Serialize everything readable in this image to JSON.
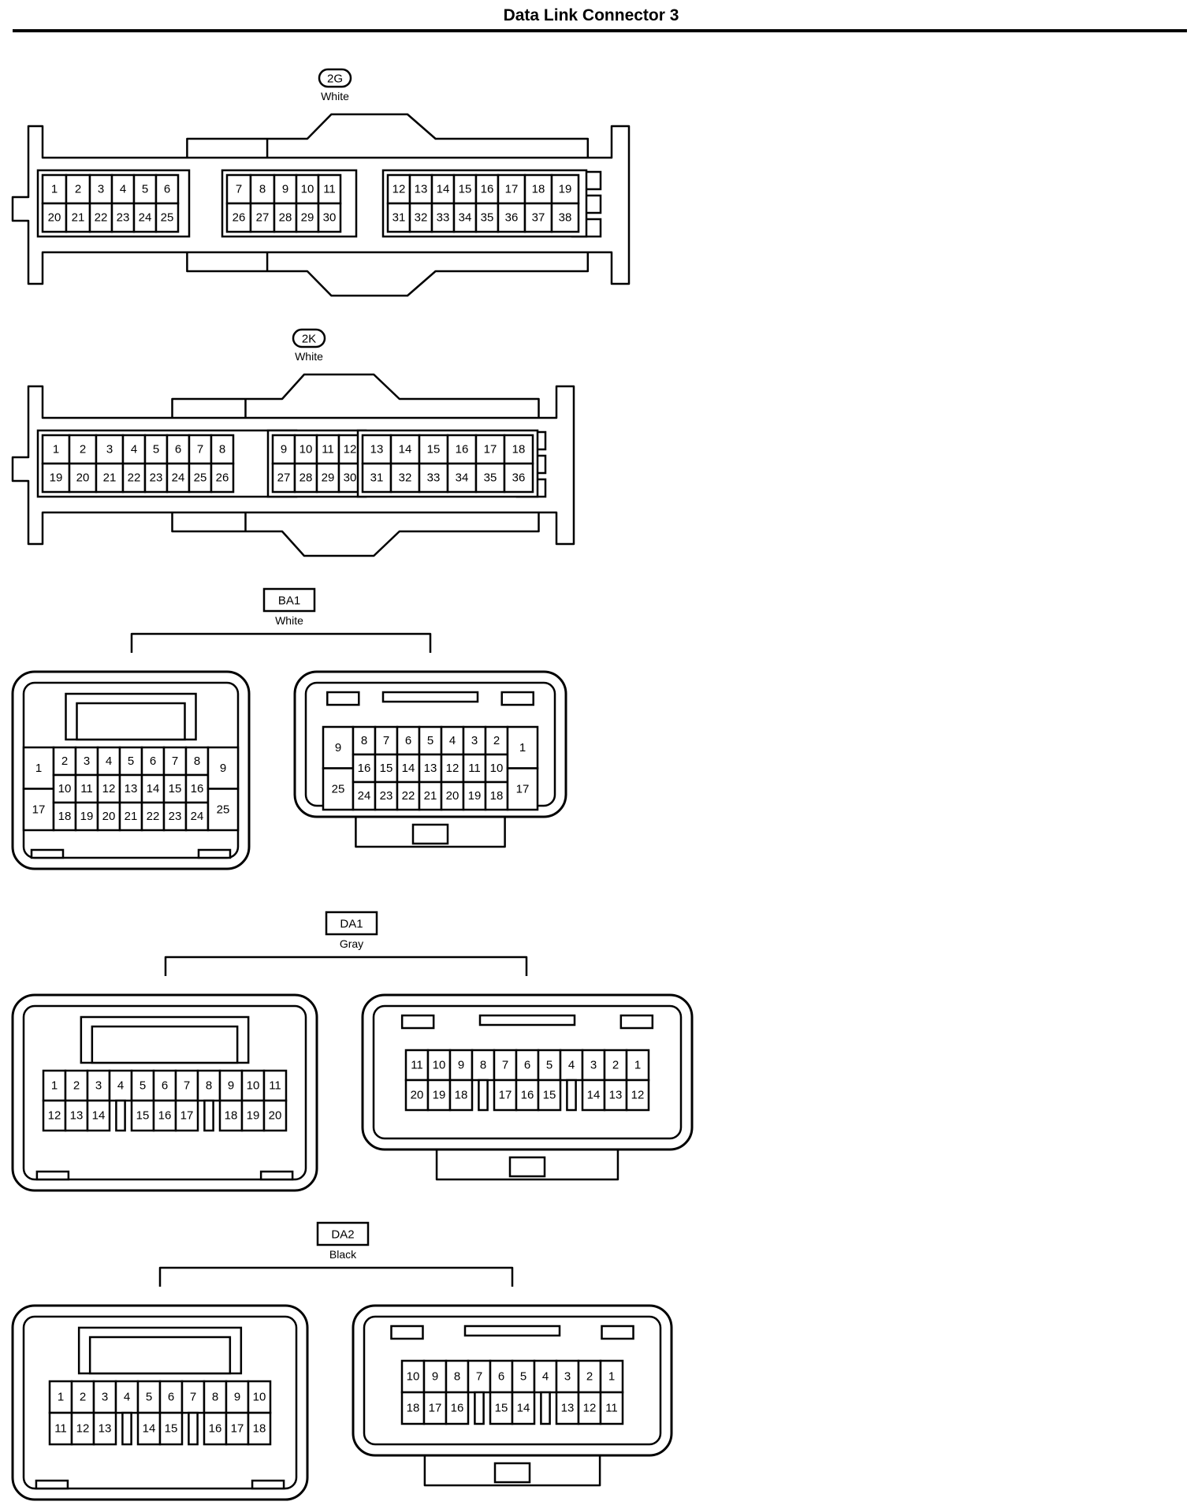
{
  "title": "Data Link Connector 3",
  "connectors": [
    {
      "code": "2G",
      "badge": "oval",
      "color": "White",
      "views": [
        {
          "style": "long",
          "pins": [
            [
              "1",
              "20"
            ],
            [
              "2",
              "21"
            ],
            [
              "3",
              "22"
            ],
            [
              "4",
              "23"
            ],
            [
              "5",
              "24"
            ],
            [
              "6",
              "25"
            ],
            [
              "7",
              "26"
            ],
            [
              "8",
              "27"
            ],
            [
              "9",
              "28"
            ],
            [
              "10",
              "29"
            ],
            [
              "11",
              "30"
            ],
            [
              "12",
              "31"
            ],
            [
              "13",
              "32"
            ],
            [
              "14",
              "33"
            ],
            [
              "15",
              "34"
            ],
            [
              "16",
              "35"
            ],
            [
              "17",
              "36"
            ],
            [
              "18",
              "37"
            ],
            [
              "19",
              "38"
            ]
          ]
        }
      ]
    },
    {
      "code": "2K",
      "badge": "oval",
      "color": "White",
      "views": [
        {
          "style": "long",
          "pins": [
            [
              "1",
              "19"
            ],
            [
              "2",
              "20"
            ],
            [
              "3",
              "21"
            ],
            [
              "4",
              "22"
            ],
            [
              "5",
              "23"
            ],
            [
              "6",
              "24"
            ],
            [
              "7",
              "25"
            ],
            [
              "8",
              "26"
            ],
            [
              "9",
              "27"
            ],
            [
              "10",
              "28"
            ],
            [
              "11",
              "29"
            ],
            [
              "12",
              "30"
            ],
            [
              "13",
              "31"
            ],
            [
              "14",
              "32"
            ],
            [
              "15",
              "33"
            ],
            [
              "16",
              "34"
            ],
            [
              "17",
              "35"
            ],
            [
              "18",
              "36"
            ]
          ]
        }
      ]
    },
    {
      "code": "BA1",
      "badge": "box",
      "color": "White",
      "views": [
        {
          "style": "female",
          "side": [
            [
              "1",
              "17"
            ],
            [
              "9",
              "25"
            ]
          ],
          "rows": [
            [
              "2",
              "3",
              "4",
              "5",
              "6",
              "7",
              "8"
            ],
            [
              "10",
              "11",
              "12",
              "13",
              "14",
              "15",
              "16"
            ],
            [
              "18",
              "19",
              "20",
              "21",
              "22",
              "23",
              "24"
            ]
          ]
        },
        {
          "style": "male",
          "side": [
            [
              "9",
              "25"
            ],
            [
              "1",
              "17"
            ]
          ],
          "rows": [
            [
              "8",
              "7",
              "6",
              "5",
              "4",
              "3",
              "2"
            ],
            [
              "16",
              "15",
              "14",
              "13",
              "12",
              "11",
              "10"
            ],
            [
              "24",
              "23",
              "22",
              "21",
              "20",
              "19",
              "18"
            ]
          ]
        }
      ]
    },
    {
      "code": "DA1",
      "badge": "box",
      "color": "Gray",
      "views": [
        {
          "style": "female",
          "rows": [
            [
              "1",
              "2",
              "3",
              "4",
              "5",
              "6",
              "7",
              "8",
              "9",
              "10",
              "11"
            ],
            [
              "12",
              "13",
              "14",
              "",
              "15",
              "16",
              "17",
              "",
              "18",
              "19",
              "20"
            ]
          ]
        },
        {
          "style": "male",
          "rows": [
            [
              "11",
              "10",
              "9",
              "8",
              "7",
              "6",
              "5",
              "4",
              "3",
              "2",
              "1"
            ],
            [
              "20",
              "19",
              "18",
              "",
              "17",
              "16",
              "15",
              "",
              "14",
              "13",
              "12"
            ]
          ]
        }
      ]
    },
    {
      "code": "DA2",
      "badge": "box",
      "color": "Black",
      "views": [
        {
          "style": "female",
          "rows": [
            [
              "1",
              "2",
              "3",
              "4",
              "5",
              "6",
              "7",
              "8",
              "9",
              "10"
            ],
            [
              "11",
              "12",
              "13",
              "",
              "14",
              "15",
              "",
              "16",
              "17",
              "18"
            ]
          ]
        },
        {
          "style": "male",
          "rows": [
            [
              "10",
              "9",
              "8",
              "7",
              "6",
              "5",
              "4",
              "3",
              "2",
              "1"
            ],
            [
              "18",
              "17",
              "16",
              "",
              "15",
              "14",
              "",
              "13",
              "12",
              "11"
            ]
          ]
        }
      ]
    }
  ]
}
